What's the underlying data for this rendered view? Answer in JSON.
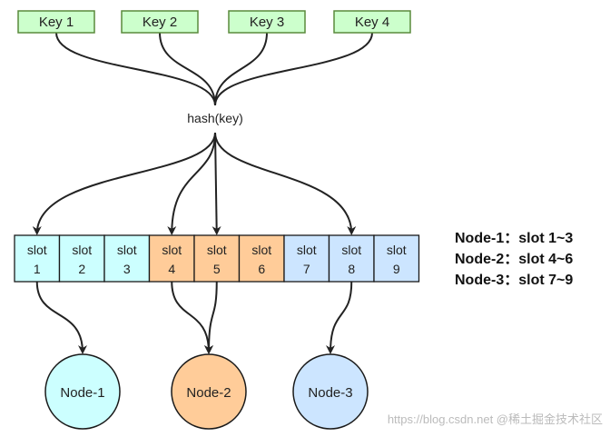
{
  "keys": [
    "Key 1",
    "Key 2",
    "Key 3",
    "Key 4"
  ],
  "hash_label": "hash(key)",
  "slots": [
    {
      "line1": "slot",
      "line2": "1",
      "group": 0
    },
    {
      "line1": "slot",
      "line2": "2",
      "group": 0
    },
    {
      "line1": "slot",
      "line2": "3",
      "group": 0
    },
    {
      "line1": "slot",
      "line2": "4",
      "group": 1
    },
    {
      "line1": "slot",
      "line2": "5",
      "group": 1
    },
    {
      "line1": "slot",
      "line2": "6",
      "group": 1
    },
    {
      "line1": "slot",
      "line2": "7",
      "group": 2
    },
    {
      "line1": "slot",
      "line2": "8",
      "group": 2
    },
    {
      "line1": "slot",
      "line2": "9",
      "group": 2
    }
  ],
  "hash_targets": [
    0,
    3,
    4,
    7
  ],
  "nodes": [
    {
      "label": "Node-1",
      "color": "#ccffff",
      "slot_links": [
        0
      ]
    },
    {
      "label": "Node-2",
      "color": "#ffcc99",
      "slot_links": [
        3,
        4
      ]
    },
    {
      "label": "Node-3",
      "color": "#cce5ff",
      "slot_links": [
        7
      ]
    }
  ],
  "mapping": [
    "Node-1：slot 1~3",
    "Node-2：slot 4~6",
    "Node-3：slot 7~9"
  ],
  "watermark": "https://blog.csdn.net  @稀土掘金技术社区",
  "colors": {
    "key_fill": "#ccffcc",
    "group_fills": [
      "#ccffff",
      "#ffcc99",
      "#cce5ff"
    ]
  }
}
